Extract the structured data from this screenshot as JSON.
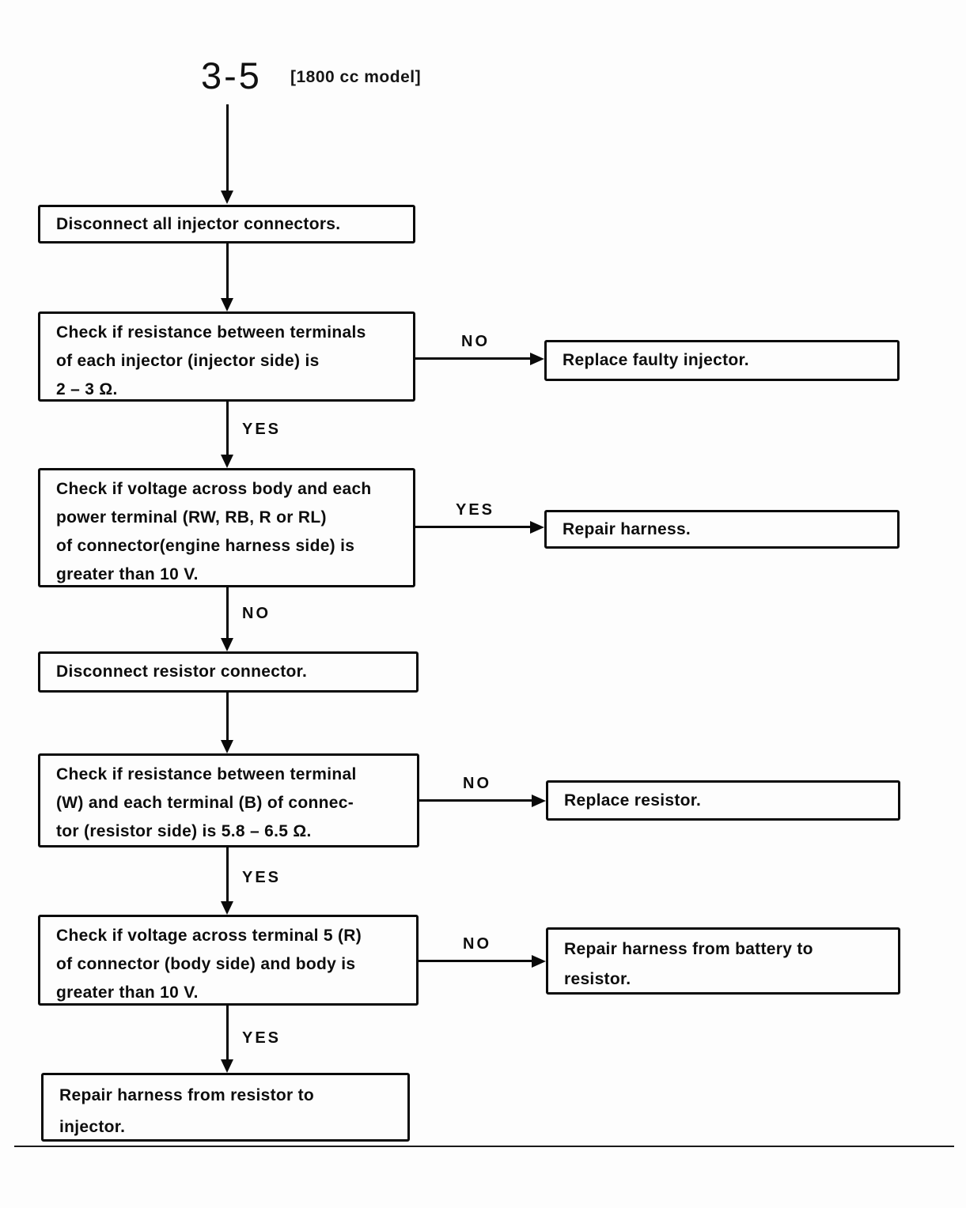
{
  "header": {
    "section_number": "3-5",
    "model_label": "[1800 cc model]"
  },
  "labels": {
    "yes": "YES",
    "no": "NO"
  },
  "boxes": {
    "disconnect_injectors": {
      "line1": "Disconnect all injector connectors."
    },
    "check_injector_resistance": {
      "line1": "Check if resistance between terminals",
      "line2": "of each injector (injector side) is",
      "line3": "2 – 3 Ω."
    },
    "replace_faulty_injector": {
      "line1": "Replace faulty injector."
    },
    "check_power_terminal_voltage": {
      "line1": "Check if voltage across body and each",
      "line2": "power terminal (RW, RB, R or RL)",
      "line3": "of connector(engine harness side) is",
      "line4": "greater than 10 V."
    },
    "repair_harness": {
      "line1": "Repair harness."
    },
    "disconnect_resistor": {
      "line1": "Disconnect resistor connector."
    },
    "check_resistor_resistance": {
      "line1": "Check if resistance between terminal",
      "line2": "(W) and each terminal (B) of connec-",
      "line3": "tor (resistor side) is 5.8 – 6.5 Ω."
    },
    "replace_resistor": {
      "line1": "Replace resistor."
    },
    "check_terminal5_voltage": {
      "line1": "Check if voltage across terminal 5 (R)",
      "line2": "of connector (body side) and body is",
      "line3": "greater than 10 V."
    },
    "repair_harness_battery_to_resistor": {
      "line1": "Repair harness from battery to",
      "line2": "resistor."
    },
    "repair_harness_resistor_to_injector": {
      "line1": "Repair harness from resistor to",
      "line2": "injector."
    }
  }
}
